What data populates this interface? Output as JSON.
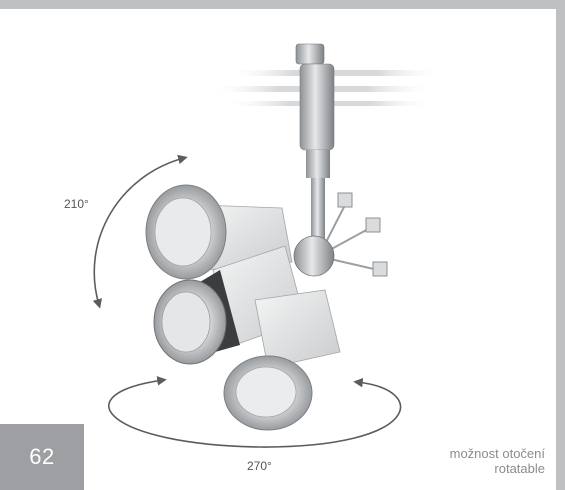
{
  "page_number": "62",
  "rotation_vertical": {
    "label": "210°"
  },
  "rotation_horizontal": {
    "label": "270°"
  },
  "caption": {
    "czech": "možnost otočení",
    "english": "rotatable"
  },
  "colors": {
    "frame": "#bfc0c2",
    "page_number_box": "#9d9fa2",
    "arrow": "#5a5c5e"
  }
}
